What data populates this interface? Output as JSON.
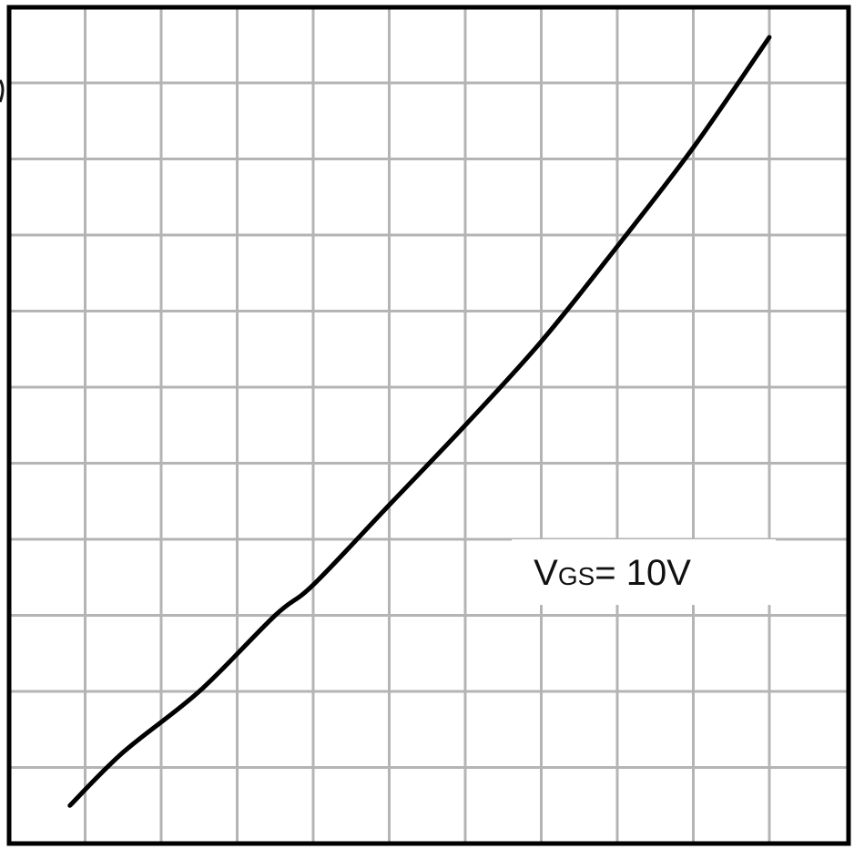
{
  "chart_data": {
    "type": "line",
    "title": "",
    "xlabel": "",
    "ylabel": "",
    "xlim": [
      0,
      11
    ],
    "ylim": [
      0,
      11
    ],
    "grid": true,
    "legend": "none",
    "series": [
      {
        "x": [
          0.8,
          1.5,
          2.5,
          3.5,
          4.0,
          5.0,
          6.0,
          7.0,
          8.0,
          9.0,
          10.0
        ],
        "y": [
          0.5,
          1.2,
          2.0,
          3.0,
          3.4,
          4.45,
          5.5,
          6.6,
          7.85,
          9.15,
          10.6
        ]
      }
    ],
    "annotations": [
      {
        "main": "V",
        "sub": "GS",
        "suffix": "= 10V",
        "x": 6.9,
        "y": 3.4
      }
    ],
    "colors": {
      "curve": "#000000",
      "grid": "#b4b4b4",
      "frame": "#000000"
    }
  }
}
